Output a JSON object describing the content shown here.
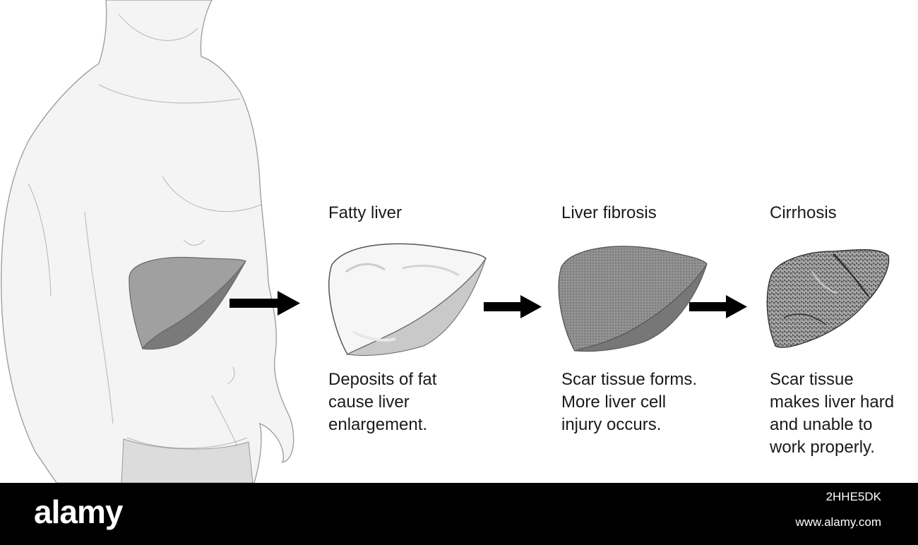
{
  "stages": [
    {
      "title": "Fatty liver",
      "description": [
        "Deposits of fat",
        "cause liver",
        "enlargement."
      ]
    },
    {
      "title": "Liver fibrosis",
      "description": [
        "Scar tissue forms.",
        "More liver cell",
        "injury occurs."
      ]
    },
    {
      "title": "Cirrhosis",
      "description": [
        "Scar tissue",
        "makes liver hard",
        "and unable to",
        "work properly."
      ]
    }
  ],
  "watermark": {
    "logo": "alamy",
    "image_id": "2HHE5DK",
    "site": "www.alamy.com"
  },
  "colors": {
    "background": "#ffffff",
    "footer": "#000000",
    "arrow": "#000000",
    "text": "#1a1a1a"
  }
}
